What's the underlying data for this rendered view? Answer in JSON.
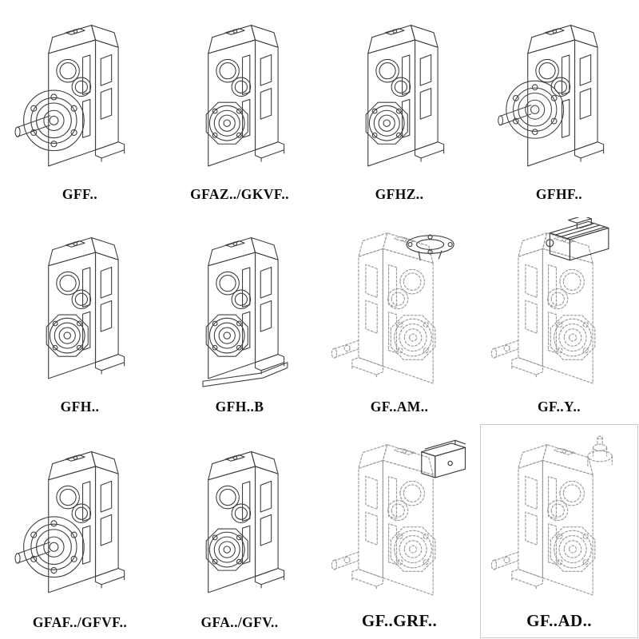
{
  "page": {
    "background": "#ffffff",
    "line_color": "#3f3f3f",
    "dashed_line_color": "#9a9a9a",
    "box_border_color": "#c9c9c9"
  },
  "grid": {
    "rows": 3,
    "cols": 4,
    "items": [
      {
        "label": "GFF..",
        "drawing": "gearbox-output-flange-shaft",
        "line_style": "solid"
      },
      {
        "label": "GFAZ../GKVF..",
        "drawing": "gearbox-hollow-shaft-hub",
        "line_style": "solid"
      },
      {
        "label": "GFHZ..",
        "drawing": "gearbox-hollow-shaft-hub",
        "line_style": "solid"
      },
      {
        "label": "GFHF..",
        "drawing": "gearbox-output-flange",
        "line_style": "solid"
      },
      {
        "label": "GFH..",
        "drawing": "gearbox-hollow-shaft-hub",
        "line_style": "solid"
      },
      {
        "label": "GFH..B",
        "drawing": "gearbox-hollow-shaft-base",
        "line_style": "solid"
      },
      {
        "label": "GF..AM..",
        "drawing": "gearbox-input-flange-adapter",
        "line_style": "dashed"
      },
      {
        "label": "GF..Y..",
        "drawing": "gearbox-with-motor",
        "line_style": "dashed"
      },
      {
        "label": "GFAF../GFVF..",
        "drawing": "gearbox-output-flange-shaft",
        "line_style": "solid"
      },
      {
        "label": "GFA../GFV..",
        "drawing": "gearbox-hollow-shaft-hub",
        "line_style": "solid"
      },
      {
        "label": "GF..GRF..",
        "drawing": "gearbox-input-cover-box",
        "line_style": "dashed"
      },
      {
        "label": "GF..AD..",
        "drawing": "gearbox-shaft-input-adapter",
        "line_style": "dashed",
        "boxed": true
      }
    ]
  }
}
